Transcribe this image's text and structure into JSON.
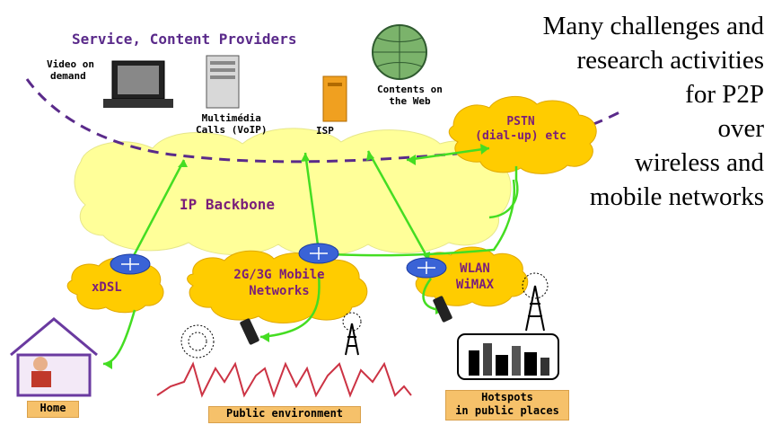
{
  "header": {
    "providers": "Service, Content Providers"
  },
  "services": {
    "video": [
      "Video on",
      "demand"
    ],
    "voip": [
      "Multimédia",
      "Calls (VoIP)"
    ],
    "isp": "ISP",
    "web": [
      "Contents on",
      "the Web"
    ]
  },
  "clouds": {
    "pstn": [
      "PSTN",
      "(dial-up) etc"
    ],
    "backbone": "IP Backbone",
    "xdsl": "xDSL",
    "mobile": [
      "2G/3G Mobile",
      "Networks"
    ],
    "wlan": [
      "WLAN",
      "WiMAX"
    ]
  },
  "places": {
    "home": "Home",
    "public": "Public environment",
    "hotspots": [
      "Hotspots",
      "in public places"
    ]
  },
  "side_text": [
    "Many challenges and",
    "research activities",
    "for P2P",
    "over",
    "wireless and",
    "mobile networks"
  ],
  "colors": {
    "link": "#44dd22",
    "cloud": "#ffcc00",
    "backbone": "#ffff99",
    "router": "#3a63d6",
    "boundary": "#5a2a8a"
  },
  "icons": [
    "computer-icon",
    "server-icon",
    "isp-icon",
    "globe-icon",
    "router-icon",
    "antenna-icon",
    "phone-icon",
    "house-icon",
    "city-icon"
  ]
}
